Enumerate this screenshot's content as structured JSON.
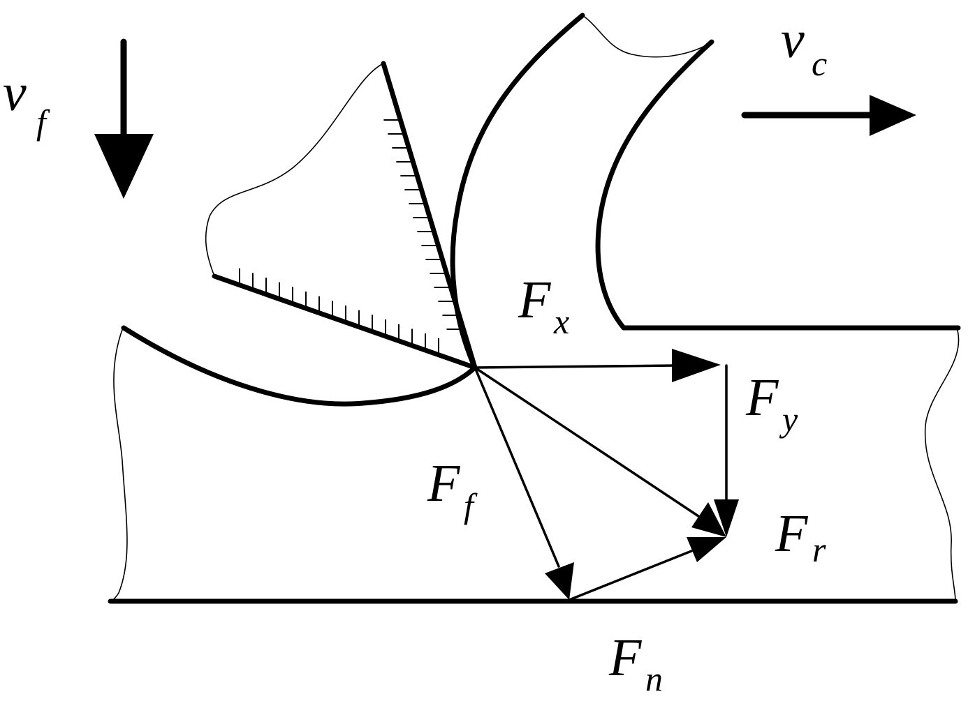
{
  "labels": {
    "vf": {
      "main": "v",
      "sub": "f"
    },
    "vc": {
      "main": "v",
      "sub": "c"
    },
    "fx": {
      "main": "F",
      "sub": "x"
    },
    "fy": {
      "main": "F",
      "sub": "y"
    },
    "ff": {
      "main": "F",
      "sub": "f"
    },
    "fr": {
      "main": "F",
      "sub": "r"
    },
    "fn": {
      "main": "F",
      "sub": "n"
    }
  },
  "colors": {
    "ink": "#000000",
    "background": "#ffffff"
  }
}
